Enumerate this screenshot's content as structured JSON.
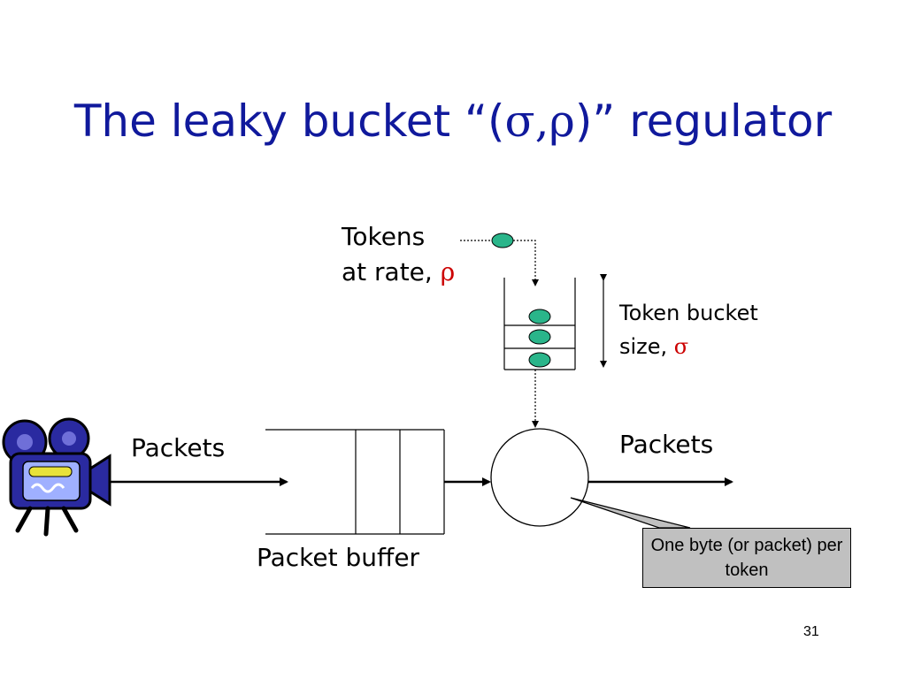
{
  "title": {
    "prefix": "The leaky bucket “(",
    "symbols": "σ,ρ",
    "suffix": ")” regulator"
  },
  "tokens": {
    "line1": "Tokens",
    "line2": "at rate, ",
    "rate_symbol": "ρ"
  },
  "token_bucket": {
    "line1": "Token bucket",
    "line2": "size, ",
    "size_symbol": "σ"
  },
  "packets_in_label": "Packets",
  "packets_out_label": "Packets",
  "packet_buffer_label": "Packet buffer",
  "callout_text": "One byte (or packet) per token",
  "page_number": "31",
  "colors": {
    "title": "#10199c",
    "token_fill": "#2ab58a",
    "greek_symbol": "#cc0000",
    "callout_bg": "#c0c0c0",
    "camera_body": "#2a2aa0",
    "camera_screen": "#9fb0ff",
    "camera_stripe": "#e8e23a"
  },
  "icons": [
    "video-camera-icon"
  ]
}
